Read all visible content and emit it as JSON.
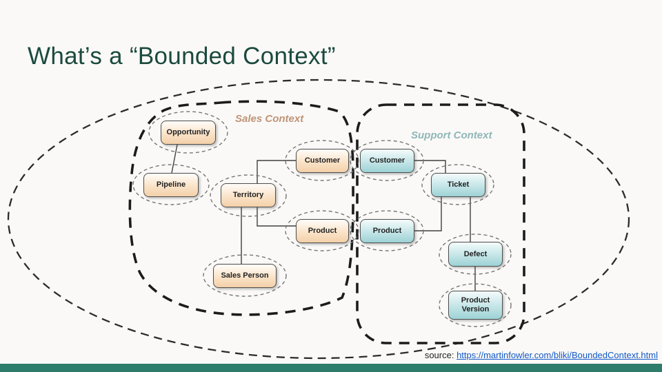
{
  "page": {
    "title": "What’s a “Bounded Context”",
    "source_prefix": "source: ",
    "source_url": "https://martinfowler.com/bliki/BoundedContext.html"
  },
  "colors": {
    "title_text": "#1b4a3e",
    "footer_bar": "#2e7d6c",
    "sales_label": "#c09478",
    "support_label": "#8fb6b8",
    "sales_box_fill": "#f3d0a9",
    "support_box_fill": "#9dd2d5",
    "boundary_stroke": "#1c1c1c",
    "link": "#1157c8"
  },
  "diagram": {
    "sales_context": {
      "label": "Sales Context",
      "entities": [
        {
          "label": "Opportunity"
        },
        {
          "label": "Pipeline"
        },
        {
          "label": "Territory"
        },
        {
          "label": "Sales Person"
        },
        {
          "label": "Customer"
        },
        {
          "label": "Product"
        }
      ]
    },
    "support_context": {
      "label": "Support Context",
      "entities": [
        {
          "label": "Customer"
        },
        {
          "label": "Ticket"
        },
        {
          "label": "Product"
        },
        {
          "label": "Defect"
        },
        {
          "label": "Product Version"
        }
      ]
    }
  }
}
